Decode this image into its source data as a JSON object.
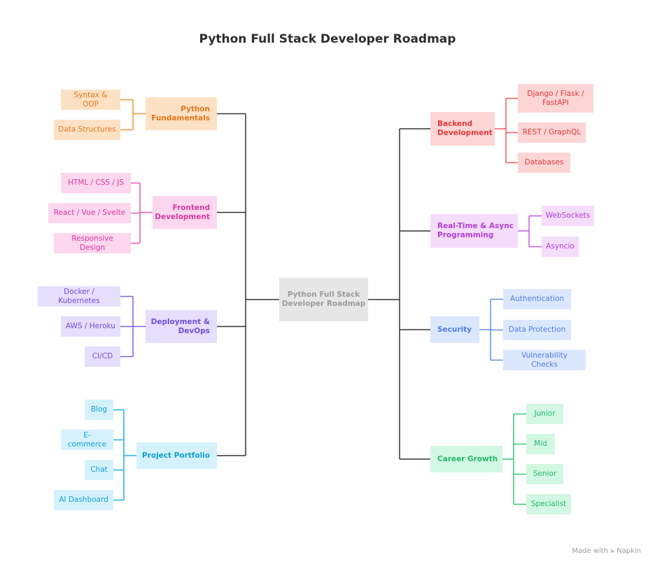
{
  "title": "Python Full Stack Developer Roadmap",
  "center": "Python Full Stack Developer Roadmap",
  "footer": "Made with ⫸ Napkin",
  "colors": {
    "orange": {
      "bg": "#fde1c4",
      "text": "#e0781f",
      "line": "#f0953a"
    },
    "pink": {
      "bg": "#fcd7ee",
      "text": "#d9399c",
      "line": "#e35aae"
    },
    "purple": {
      "bg": "#e5defd",
      "text": "#6a52d6",
      "line": "#7a63e0"
    },
    "cyan": {
      "bg": "#d5f2fc",
      "text": "#0f9fd0",
      "line": "#1db0e4"
    },
    "red": {
      "bg": "#fdd5d5",
      "text": "#dd3b3b",
      "line": "#ee5a5a"
    },
    "violet": {
      "bg": "#f4dcfb",
      "text": "#b43fd8",
      "line": "#c65ae6"
    },
    "blue": {
      "bg": "#dbe7fd",
      "text": "#4c7fe6",
      "line": "#5f8ff0"
    },
    "green": {
      "bg": "#d2f7e3",
      "text": "#24b86a",
      "line": "#35c67a"
    },
    "center": {
      "bg": "#e6e6e6",
      "text": "#9c9c9c",
      "line": "#333333"
    }
  },
  "branches": {
    "python": {
      "label": "Python Fundamentals",
      "color": "orange",
      "leaves": [
        "Syntax & OOP",
        "Data Structures"
      ]
    },
    "frontend": {
      "label": "Frontend Development",
      "color": "pink",
      "leaves": [
        "HTML / CSS / JS",
        "React / Vue / Svelte",
        "Responsive Design"
      ]
    },
    "devops": {
      "label": "Deployment & DevOps",
      "color": "purple",
      "leaves": [
        "Docker / Kubernetes",
        "AWS / Heroku",
        "CI/CD"
      ]
    },
    "portfolio": {
      "label": "Project Portfolio",
      "color": "cyan",
      "leaves": [
        "Blog",
        "E-commerce",
        "Chat",
        "AI Dashboard"
      ]
    },
    "backend": {
      "label": "Backend Development",
      "color": "red",
      "leaves": [
        "Django / Flask / FastAPI",
        "REST / GraphQL",
        "Databases"
      ]
    },
    "realtime": {
      "label": "Real-Time & Async Programming",
      "color": "violet",
      "leaves": [
        "WebSockets",
        "Asyncio"
      ]
    },
    "security": {
      "label": "Security",
      "color": "blue",
      "leaves": [
        "Authentication",
        "Data Protection",
        "Vulnerability Checks"
      ]
    },
    "career": {
      "label": "Career Growth",
      "color": "green",
      "leaves": [
        "Junior",
        "Mid",
        "Senior",
        "Specialist"
      ]
    }
  }
}
